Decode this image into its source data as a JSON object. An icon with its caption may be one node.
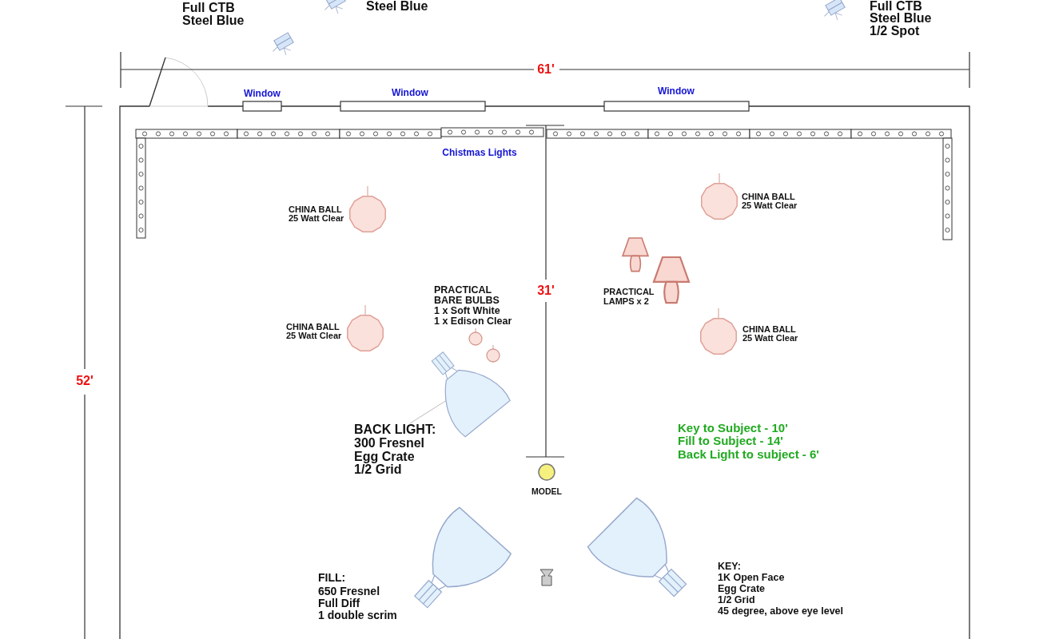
{
  "diagram": {
    "nodes": [
      {
        "text": [
          "BACK LIGHT:",
          "300 Fresnel",
          "Egg Crate",
          "1/2 Grid"
        ]
      },
      {
        "text": [],
        "shape": "picture"
      }
    ],
    "edges": [
      {
        "from": 0,
        "to": 1,
        "arrow": "none"
      }
    ],
    "labels": [
      "Full CTB",
      "Steel Blue",
      "Steel Blue",
      "Full CTB",
      "Steel Blue",
      "1/2 Spot",
      "61'",
      "Window",
      "Window",
      "Window",
      "Chistmas Lights",
      "CHINA BALL",
      "25 Watt Clear",
      "CHINA BALL",
      "25 Watt Clear",
      "PRACTICAL",
      "BARE BULBS",
      "1 x Soft White",
      "1 x Edison Clear",
      "31'",
      "PRACTICAL",
      "LAMPS x 2",
      "CHINA BALL",
      "25 Watt Clear",
      "CHINA BALL",
      "25 Watt Clear",
      "52'",
      "Key to Subject - 10'",
      "Fill to Subject - 14'",
      "Back Light to subject - 6'",
      "MODEL",
      "FILL:",
      "650 Fresnel",
      "Full Diff",
      "1 double scrim",
      "KEY:",
      "1K Open Face",
      "Egg Crate",
      "1/2 Grid",
      "45 degree, above eye level"
    ]
  }
}
